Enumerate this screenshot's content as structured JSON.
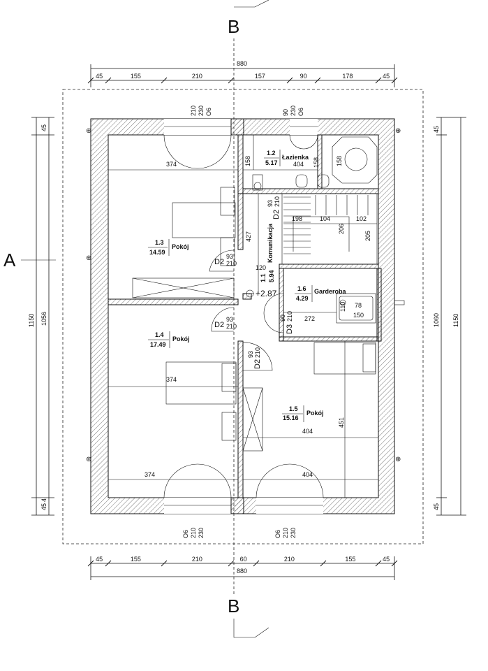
{
  "section_markers": {
    "top": "B",
    "bottom": "B",
    "left": "A"
  },
  "dims_top_total": "880",
  "dims_top": [
    "45",
    "155",
    "210",
    "157",
    "90",
    "178",
    "45"
  ],
  "dims_bottom": [
    "45",
    "155",
    "210",
    "60",
    "210",
    "155",
    "45"
  ],
  "dims_bottom_total": "880",
  "dims_left_total": "1150",
  "dims_left_inner": "1056",
  "dims_left_small": [
    "45",
    "45",
    "4"
  ],
  "dims_right_total": "1150",
  "dims_right_inner": "1060",
  "dims_right_small": [
    "45",
    "45"
  ],
  "window_labels": {
    "w1": [
      "210",
      "230",
      "O6"
    ],
    "w2": [
      "90",
      "230",
      "O6"
    ],
    "w3": [
      "210",
      "230",
      "O6"
    ],
    "w4": [
      "210",
      "230",
      "O6"
    ]
  },
  "rooms": [
    {
      "id": "1.1",
      "area": "5.94",
      "name": "Komunikacja"
    },
    {
      "id": "1.2",
      "area": "5.17",
      "name": "Łazienka"
    },
    {
      "id": "1.3",
      "area": "14.59",
      "name": "Pokój"
    },
    {
      "id": "1.4",
      "area": "17.49",
      "name": "Pokój"
    },
    {
      "id": "1.5",
      "area": "15.16",
      "name": "Pokój"
    },
    {
      "id": "1.6",
      "area": "4.29",
      "name": "Garderoba"
    }
  ],
  "doors": [
    {
      "type": "D2",
      "w": "93",
      "h": "210"
    },
    {
      "type": "D2",
      "w": "93",
      "h": "210"
    },
    {
      "type": "D2",
      "w": "93",
      "h": "210"
    },
    {
      "type": "D2",
      "w": "93",
      "h": "210"
    },
    {
      "type": "D3",
      "w": "90",
      "h": "210"
    }
  ],
  "inner_dims": {
    "r13_w": "374",
    "r14_w": "374",
    "r14_w2": "374",
    "r15_w": "404",
    "r15_w2": "404",
    "bath_w": "404",
    "bath_h1": "158",
    "bath_h2": "158",
    "bath_h3": "158",
    "stair1": "198",
    "stair2": "104",
    "stair3": "102",
    "stair4": "206",
    "stair5": "205",
    "corr_h": "427",
    "corr_w": "120",
    "garde_w": "272",
    "r15_h": "451",
    "tub_w": "78",
    "tub_h": "150",
    "shower": "110"
  },
  "level": "+2.87"
}
